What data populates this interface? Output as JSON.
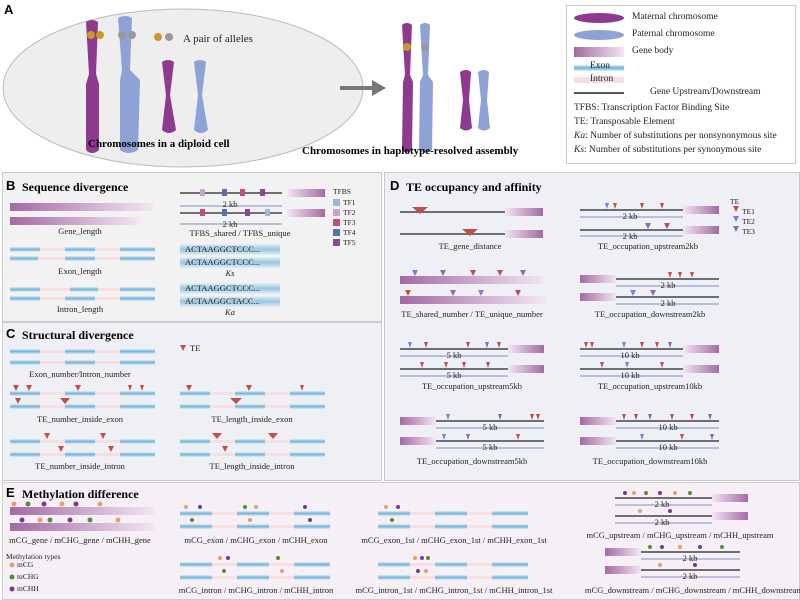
{
  "panelA": {
    "letter": "A",
    "alleles": "A pair of alleles",
    "diploid": "Chromosomes in a diploid cell",
    "haplo": "Chromosomes in haplotype-resolved assembly"
  },
  "legend": {
    "maternal": "Maternal chromosome",
    "paternal": "Paternal chromosome",
    "genebody": "Gene body",
    "exon": "Exon",
    "intron": "Intron",
    "updown": "Gene Upstream/Downstream",
    "tfbs": "TFBS: Transcription Factor Binding Site",
    "te": "TE: Transposable Element",
    "ka_sym": "Ka",
    "ka": ": Number of substitutions per nonsynonymous site",
    "ks_sym": "Ks",
    "ks": ": Number of substitutions per synonymous site"
  },
  "panelB": {
    "letter": "B",
    "title": "Sequence divergence",
    "gene_length": "Gene_length",
    "exon_length": "Exon_length",
    "intron_length": "Intron_length",
    "tfbs_label": "TFBS_shared / TFBS_unique",
    "ks": "Ks",
    "ka": "Ka",
    "kb": "2 kb",
    "tfbs_title": "TFBS",
    "tfs": [
      "TF1",
      "TF2",
      "TF3",
      "TF4",
      "TF5"
    ],
    "tf_colors": [
      "#9db8da",
      "#c8a3cf",
      "#c0507a",
      "#5a6fb0",
      "#8a4a8c"
    ],
    "seq": [
      "ACTAAGGCTCCC...",
      "ACTAAGGCTCCC...",
      "ACTAAGGCTCCC...",
      "ACTAAGGCTACC..."
    ]
  },
  "panelC": {
    "letter": "C",
    "title": "Structural divergence",
    "te": "TE",
    "exnum": "Exon_number/Intron_number",
    "n_exon": "TE_number_inside_exon",
    "l_exon": "TE_length_inside_exon",
    "n_intron": "TE_number_inside_intron",
    "l_intron": "TE_length_inside_intron"
  },
  "panelD": {
    "letter": "D",
    "title": "TE occupancy and affinity",
    "te_title": "TE",
    "tes": [
      "TE1",
      "TE2",
      "TE3"
    ],
    "te_colors": [
      "#c0504d",
      "#7d7fcf",
      "#8a6cb0"
    ],
    "gene_distance": "TE_gene_distance",
    "shared": "TE_shared_number / TE_unique_number",
    "up2": "TE_occupation_upstream2kb",
    "down2": "TE_occupation_downstream2kb",
    "up5": "TE_occupation_upstream5kb",
    "up10": "TE_occupation_upstream10kb",
    "down5": "TE_occupation_downstream5kb",
    "down10": "TE_occupation_downstream10kb",
    "kb2": "2 kb",
    "kb5": "5 kb",
    "kb10": "10 kb"
  },
  "panelE": {
    "letter": "E",
    "title": "Methylation difference",
    "types_title": "Methylation types",
    "types": [
      "mCG",
      "mCHG",
      "mCHH"
    ],
    "type_colors": [
      "#e0a070",
      "#5a8a3a",
      "#7a3a8a"
    ],
    "gene": "mCG_gene / mCHG_gene / mCHH_gene",
    "exon": "mCG_exon / mCHG_exon / mCHH_exon",
    "intron": "mCG_intron / mCHG_intron / mCHH_intron",
    "exon1": "mCG_exon_1st / mCHG_exon_1st / mCHH_exon_1st",
    "intron1": "mCG_intron_1st / mCHG_intron_1st / mCHH_intron_1st",
    "up": "mCG_upstream / mCHG_upstream / mCHH_upstream",
    "down": "mCG_downstream / mCHG_downstream / mCHH_downstream",
    "kb": "2 kb"
  },
  "colors": {
    "maternal": "#8e3a8e",
    "paternal": "#8fa2d6",
    "panel_bg": "#eef0f5",
    "panel_bg2": "#f6eff5"
  }
}
